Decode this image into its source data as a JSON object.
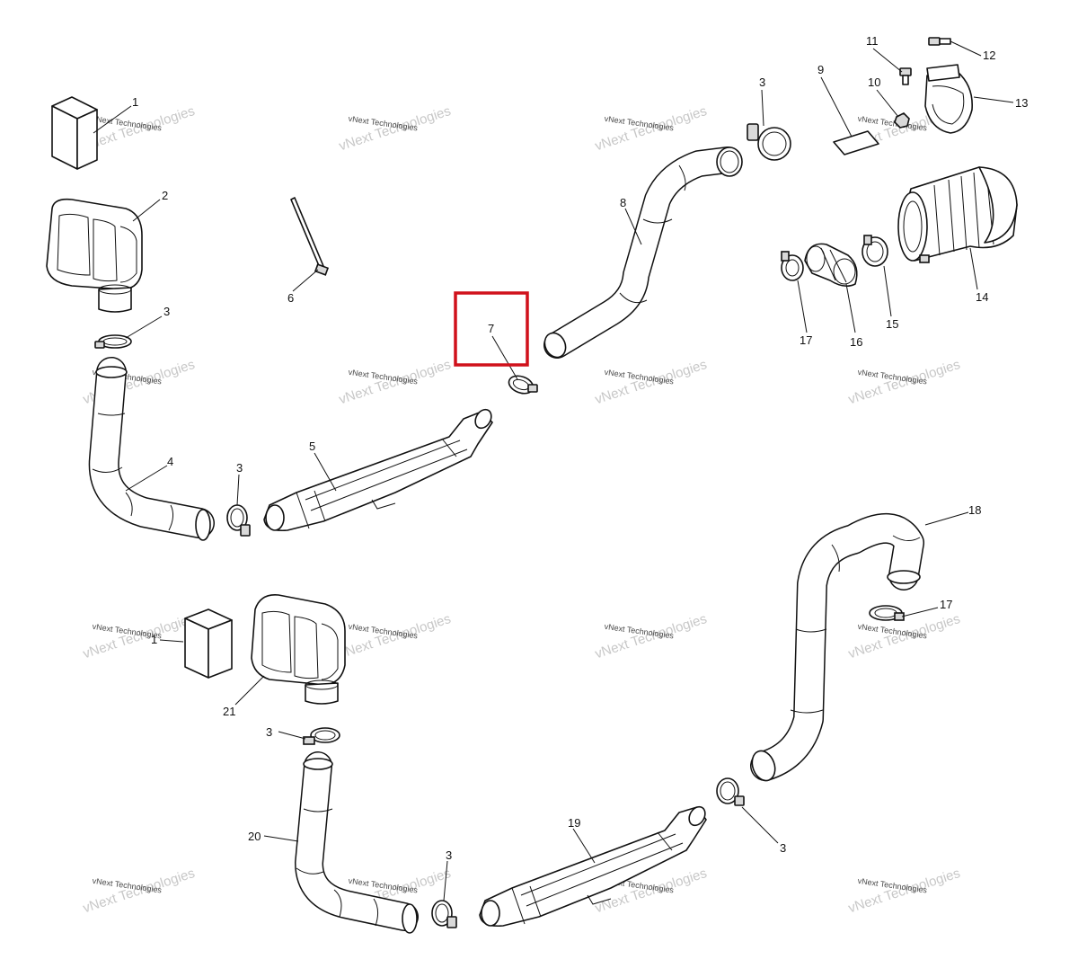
{
  "diagram": {
    "watermark": {
      "large": "vNext Technologies",
      "small": "vNext Technologies"
    },
    "callouts": [
      {
        "id": "c1a",
        "label": "1"
      },
      {
        "id": "c2",
        "label": "2"
      },
      {
        "id": "c3a",
        "label": "3"
      },
      {
        "id": "c4",
        "label": "4"
      },
      {
        "id": "c3b",
        "label": "3"
      },
      {
        "id": "c5",
        "label": "5"
      },
      {
        "id": "c6",
        "label": "6"
      },
      {
        "id": "c7",
        "label": "7"
      },
      {
        "id": "c8",
        "label": "8"
      },
      {
        "id": "c3c",
        "label": "3"
      },
      {
        "id": "c9",
        "label": "9"
      },
      {
        "id": "c10",
        "label": "10"
      },
      {
        "id": "c11",
        "label": "11"
      },
      {
        "id": "c12",
        "label": "12"
      },
      {
        "id": "c13",
        "label": "13"
      },
      {
        "id": "c14",
        "label": "14"
      },
      {
        "id": "c15",
        "label": "15"
      },
      {
        "id": "c16",
        "label": "16"
      },
      {
        "id": "c17a",
        "label": "17"
      },
      {
        "id": "c18",
        "label": "18"
      },
      {
        "id": "c17b",
        "label": "17"
      },
      {
        "id": "c1b",
        "label": "1"
      },
      {
        "id": "c21",
        "label": "21"
      },
      {
        "id": "c3d",
        "label": "3"
      },
      {
        "id": "c20",
        "label": "20"
      },
      {
        "id": "c3e",
        "label": "3"
      },
      {
        "id": "c19",
        "label": "19"
      },
      {
        "id": "c3f",
        "label": "3"
      }
    ],
    "highlight": {
      "label": "7",
      "color": "#d0111b"
    }
  }
}
